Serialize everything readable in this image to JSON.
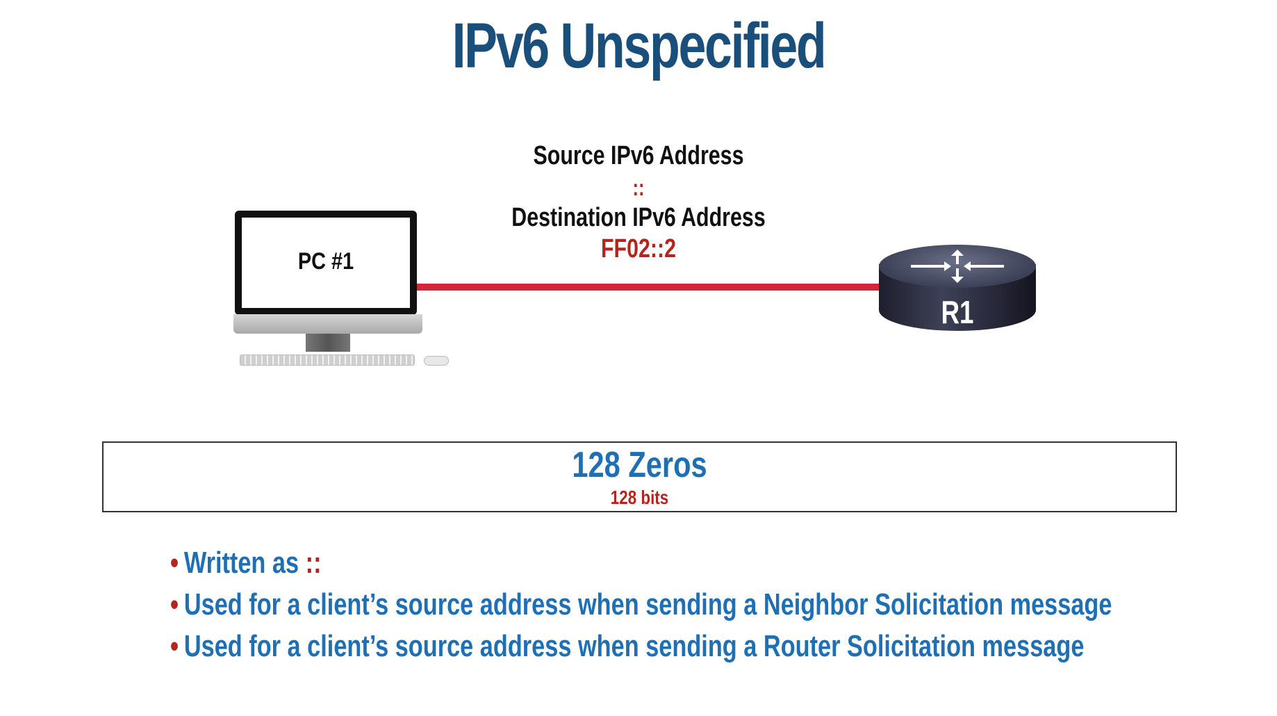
{
  "title": "IPv6 Unspecified",
  "packet": {
    "source_title": "Source IPv6 Address",
    "source_value": "::",
    "destination_title": "Destination IPv6 Address",
    "destination_value": "FF02::2"
  },
  "devices": {
    "pc_label": "PC #1",
    "router_label": "R1"
  },
  "zeros_box": {
    "title": "128 Zeros",
    "subtitle": "128 bits"
  },
  "bullets": [
    {
      "text": "Written as ",
      "accent": "::"
    },
    {
      "text": "Used for a client’s source address when sending a Neighbor Solicitation message",
      "accent": ""
    },
    {
      "text": "Used for a client’s source address when sending a Router Solicitation message",
      "accent": ""
    }
  ],
  "bullet_marker": "•",
  "colors": {
    "title": "#1a4f7c",
    "link": "#d4263b",
    "accent_red": "#b3261e",
    "bullet_blue": "#1e6fb3"
  }
}
